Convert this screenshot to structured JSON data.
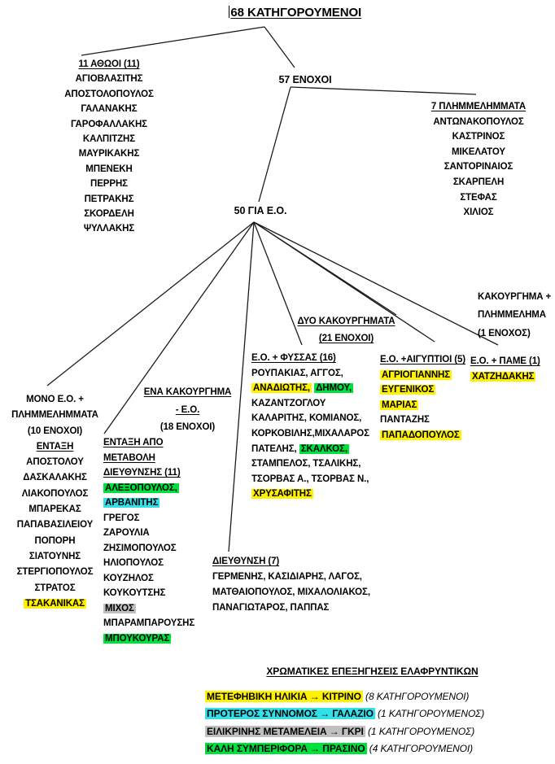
{
  "title": "68 ΚΑΤΗΓΟΡΟΥΜΕΝΟΙ",
  "colors": {
    "yellow": "#FFF100",
    "green": "#00E13C",
    "cyan": "#33E0E8",
    "gray": "#C0C0C0"
  },
  "innocents": {
    "header": "11 ΑΘΩΟΙ (11)",
    "names": [
      "ΑΓΙΟΒΛΑΣΙΤΗΣ",
      "ΑΠΟΣΤΟΛΟΠΟΥΛΟΣ",
      "ΓΑΛΑΝΑΚΗΣ",
      "ΓΑΡΟΦΑΛΛΑΚΗΣ",
      "ΚΑΛΠΙΤΖΗΣ",
      "ΜΑΥΡΙΚΑΚΗΣ",
      "ΜΠΕΝΕΚΗ",
      "ΠΕΡΡΗΣ",
      "ΠΕΤΡΑΚΗΣ",
      "ΣΚΟΡΔΕΛΗ",
      "ΨΥΛΛΑΚΗΣ"
    ]
  },
  "guilty_label": "57 ΕΝΟΧΟΙ",
  "misdemeanors": {
    "header": "7 ΠΛΗΜΜΕΛΗΜΜΑΤΑ",
    "names": [
      "ΑΝΤΩΝΑΚΟΠΟΥΛΟΣ",
      "ΚΑΣΤΡΙΝΟΣ",
      "ΜΙΚΕΛΑΤΟΥ",
      "ΣΑΝΤΟΡΙΝΑΙΟΣ",
      "ΣΚΑΡΠΕΛΗ",
      "ΣΤΕΦΑΣ",
      "ΧΙΛΙΟΣ"
    ]
  },
  "eo_label": "50 ΓΙΑ Ε.Ο.",
  "mono_eo": {
    "lines": [
      {
        "t": "ΜΟΝΟ Ε.Ο. +"
      },
      {
        "t": "ΠΛΗΜΜΕΛΗΜΜΑΤΑ"
      },
      {
        "t": "(10 ΕΝΟΧΟΙ)"
      },
      {
        "t": "ΕΝΤΑΞΗ",
        "u": 1
      },
      {
        "t": "ΑΠΟΣΤΟΛΟΥ"
      },
      {
        "t": "ΔΑΣΚΑΛΑΚΗΣ"
      },
      {
        "t": "ΛΙΑΚΟΠΟΥΛΟΣ"
      },
      {
        "t": "ΜΠΑΡΕΚΑΣ"
      },
      {
        "t": "ΠΑΠΑΒΑΣΙΛΕΙΟΥ"
      },
      {
        "t": "ΠΟΠΟΡΗ"
      },
      {
        "t": "ΣΙΑΤΟΥΝΗΣ"
      },
      {
        "t": "ΣΤΕΡΓΙΟΠΟΥΛΟΣ"
      },
      {
        "t": "ΣΤΡΑΤΟΣ"
      },
      {
        "t": "ΤΣΑΚΑΝΙΚΑΣ",
        "h": "yellow"
      }
    ]
  },
  "ena_kakourgima": {
    "lines": [
      {
        "t": "ΕΝΑ ΚΑΚΟΥΡΓΗΜΑ",
        "u": 1
      },
      {
        "t": "- Ε.Ο.",
        "u": 1
      },
      {
        "t": "(18 ΕΝΟΧΟΙ)"
      }
    ]
  },
  "entaxi_metaboli": {
    "lines": [
      {
        "t": "ΕΝΤΑΞΗ ΑΠΟ",
        "u": 1
      },
      {
        "t": "ΜΕΤΑΒΟΛΗ",
        "u": 1
      },
      {
        "t": "ΔΙΕΥΘΥΝΣΗΣ (11)",
        "u": 1
      },
      {
        "t": "ΑΛΕΞΟΠΟΥΛΟΣ,",
        "h": "green"
      },
      {
        "t": "ΑΡΒΑΝΙΤΗΣ",
        "h": "cyan"
      },
      {
        "t": "ΓΡΕΓΟΣ"
      },
      {
        "t": "ΖΑΡΟΥΛΙΑ"
      },
      {
        "t": "ΖΗΣΙΜΟΠΟΥΛΟΣ"
      },
      {
        "t": "ΗΛΙΟΠΟΥΛΟΣ"
      },
      {
        "t": "ΚΟΥΖΗΛΟΣ"
      },
      {
        "t": "ΚΟΥΚΟΥΤΣΗΣ"
      },
      {
        "t": "ΜΙΧΟΣ",
        "h": "gray"
      },
      {
        "t": "ΜΠΑΡΑΜΠΑΡΟΥΣΗΣ"
      },
      {
        "t": "ΜΠΟΥΚΟΥΡΑΣ",
        "h": "green"
      }
    ]
  },
  "dieuthinsi": {
    "lines": [
      {
        "t": "ΔΙΕΥΘΥΝΣΗ (7)",
        "u": 1
      },
      {
        "t": "ΓΕΡΜΕΝΗΣ, ΚΑΣΙΔΙΑΡΗΣ, ΛΑΓΟΣ,"
      },
      {
        "t": "ΜΑΤΘΑΙΟΠΟΥΛΟΣ, ΜΙΧΑΛΟΛΙΑΚΟΣ,"
      },
      {
        "t": "ΠΑΝΑΓΙΩΤΑΡΟΣ, ΠΑΠΠΑΣ"
      }
    ]
  },
  "dyo_kakourgimata": {
    "lines": [
      {
        "t": "ΔΥΟ ΚΑΚΟΥΡΓΗΜΑΤΑ",
        "u": 1
      },
      {
        "t": "(21 ΕΝΟΧΟΙ)",
        "u": 1
      }
    ]
  },
  "fyssas": {
    "lines": [
      [
        {
          "t": "Ε.Ο. + ΦΥΣΣΑΣ (16)",
          "u": 1
        }
      ],
      [
        {
          "t": "ΡΟΥΠΑΚΙΑΣ, ΑΓΓΟΣ,"
        }
      ],
      [
        {
          "t": "ΑΝΑΔΙΩΤΗΣ,",
          "h": "yellow"
        },
        {
          "t": " "
        },
        {
          "t": "ΔΗΜΟΥ,",
          "h": "green"
        }
      ],
      [
        {
          "t": "ΚΑΖΑΝΤΖΟΓΛΟΥ"
        }
      ],
      [
        {
          "t": "ΚΑΛΑΡΙΤΗΣ, ΚΟΜΙΑΝΟΣ,"
        }
      ],
      [
        {
          "t": "ΚΟΡΚΟΒΙΛΗΣ,ΜΙΧΑΛΑΡΟΣ"
        }
      ],
      [
        {
          "t": "ΠΑΤΕΛΗΣ, "
        },
        {
          "t": "ΣΚΑΛΚΟΣ,",
          "h": "green"
        }
      ],
      [
        {
          "t": "ΣΤΑΜΠΕΛΟΣ, ΤΣΑΛΙΚΗΣ,"
        }
      ],
      [
        {
          "t": "ΤΣΟΡΒΑΣ Α., ΤΣΟΡΒΑΣ Ν.,"
        }
      ],
      [
        {
          "t": "ΧΡΥΣΑΦΙΤΗΣ",
          "h": "yellow"
        }
      ]
    ]
  },
  "aigyptioi": {
    "lines": [
      {
        "t": "Ε.Ο. +ΑΙΓΥΠΤΙΟΙ (5)",
        "u": 1
      },
      {
        "t": "ΑΓΡΙΟΓΙΑΝΝΗΣ",
        "h": "yellow"
      },
      {
        "t": "ΕΥΓΕΝΙΚΟΣ",
        "h": "yellow"
      },
      {
        "t": "ΜΑΡΙΑΣ",
        "h": "yellow"
      },
      {
        "t": "ΠΑΝΤΑΖΗΣ"
      },
      {
        "t": "ΠΑΠΑΔΟΠΟΥΛΟΣ",
        "h": "yellow"
      }
    ]
  },
  "pame": {
    "lines": [
      {
        "t": "Ε.Ο. + ΠΑΜΕ (1)",
        "u": 1
      },
      {
        "t": "ΧΑΤΖΗΔΑΚΗΣ",
        "h": "yellow"
      }
    ]
  },
  "kakourgima_plimmelima": {
    "lines": [
      {
        "t": "ΚΑΚΟΥΡΓΗΜΑ +"
      },
      {
        "t": "ΠΛΗΜΜΕΛΗΜΑ"
      },
      {
        "t": "(1 ΕΝΟΧΟΣ)"
      }
    ]
  },
  "legend": {
    "title": "ΧΡΩΜΑΤΙΚΕΣ ΕΠΕΞΗΓΗΣΕΙΣ ΕΛΑΦΡΥΝΤΙΚΩΝ",
    "rows": [
      [
        {
          "t": "ΜΕΤΕΦΗΒΙΚΗ ΗΛΙΚΙΑ → ΚΙΤΡΙΝΟ",
          "h": "yellow"
        },
        {
          "t": " (8 ΚΑΤΗΓΟΡΟΥΜΕΝΟΙ)",
          "i": 1
        }
      ],
      [
        {
          "t": "ΠΡΟΤΕΡΟΣ ΣΥΝΝΟΜΟΣ → ΓΑΛΑΖΙΟ",
          "h": "cyan"
        },
        {
          "t": " (1 ΚΑΤΗΓΟΡΟΥΜΕΝΟΣ)",
          "i": 1
        }
      ],
      [
        {
          "t": "ΕΙΛΙΚΡΙΝΗΣ ΜΕΤΑΜΕΛΕΙΑ → ΓΚΡΙ",
          "h": "gray"
        },
        {
          "t": " (1 ΚΑΤΗΓΟΡΟΥΜΕΝΟΣ)",
          "i": 1
        }
      ],
      [
        {
          "t": "ΚΑΛΗ ΣΥΜΠΕΡΙΦΟΡΑ → ΠΡΑΣΙΝΟ",
          "h": "green"
        },
        {
          "t": " (4 ΚΑΤΗΓΟΡΟΥΜΕΝΟΙ)",
          "i": 1
        }
      ]
    ]
  }
}
